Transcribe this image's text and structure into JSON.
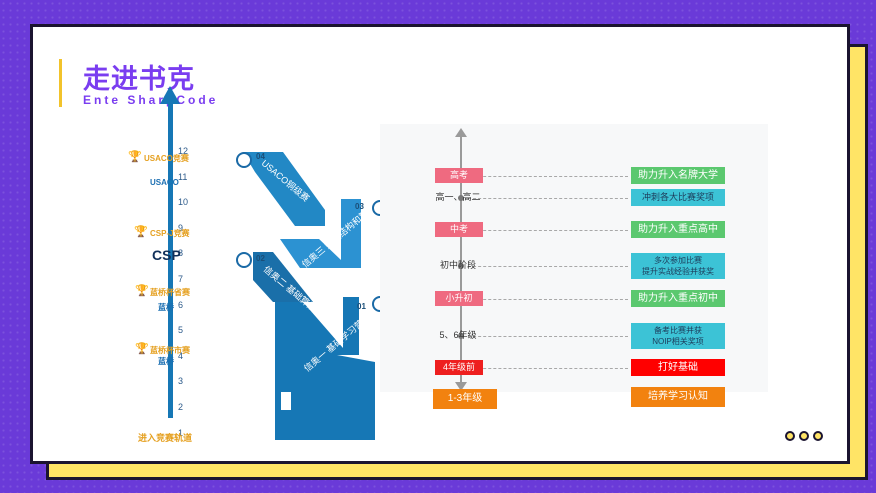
{
  "header": {
    "title": "走进书克",
    "subtitle": "Ente SharpCode"
  },
  "colors": {
    "purple": "#7a3df0",
    "axis_blue": "#1677b5",
    "gold": "#e5a020"
  },
  "axis": {
    "ticks": [
      "12",
      "11",
      "10",
      "9",
      "8",
      "7",
      "6",
      "5",
      "4",
      "3",
      "2",
      "1"
    ]
  },
  "left_tracks": [
    {
      "label": "USACO竞赛",
      "logo": "USACO"
    },
    {
      "label": "CSP-J竞赛",
      "logo": "CSP"
    },
    {
      "label": "蓝桥杯省赛",
      "logo": "蓝桥"
    },
    {
      "label": "蓝桥杯市赛",
      "logo": "蓝桥"
    }
  ],
  "left_footer": "进入竞赛轨道",
  "stages": [
    {
      "num": "04",
      "label": "USACO铜级赛"
    },
    {
      "num": "03",
      "label": "信奥三 数据结构和算法"
    },
    {
      "num": "02",
      "label": "信奥二 基础算法营"
    },
    {
      "num": "01",
      "label": "信奥一 基础学习营"
    }
  ],
  "timeline": {
    "rows": [
      {
        "left": "高考",
        "right": "助力升入名牌大学"
      },
      {
        "left": "高一、高二",
        "right": "冲刺各大比赛奖项"
      },
      {
        "left": "中考",
        "right": "助力升入重点高中"
      },
      {
        "left": "初中阶段",
        "right": "多次参加比赛 提升实战经验并获奖"
      },
      {
        "left": "小升初",
        "right": "助力升入重点初中"
      },
      {
        "left": "5、6年级",
        "right": "备考比赛并获 NOIP相关奖项"
      },
      {
        "left": "4年级前",
        "right": "打好基础"
      },
      {
        "left": "1-3年级",
        "right": "培养学习认知"
      }
    ]
  }
}
